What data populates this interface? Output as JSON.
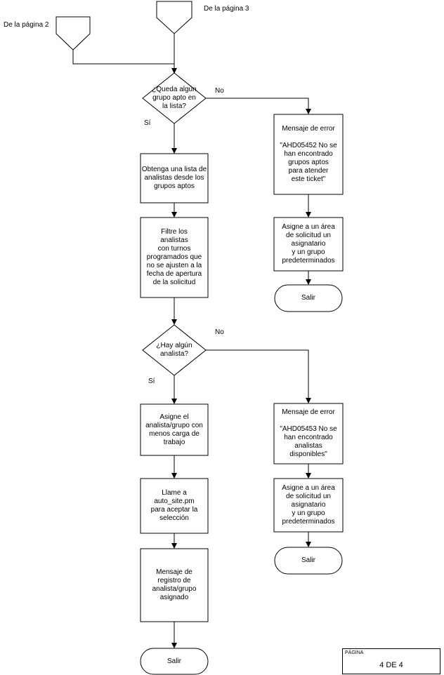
{
  "connectors": {
    "from_page_2": "De la página 2",
    "from_page_3": "De la página 3"
  },
  "decision1": {
    "text": "¿Queda algún\ngrupo apto en\nla lista?",
    "yes": "Sí",
    "no": "No"
  },
  "error1": {
    "title": "Mensaje de error",
    "message": "\"AHD05452 No se\nhan encontrado\ngrupos aptos\npara atender\neste ticket\""
  },
  "assign_default1": "Asigne a un área\nde solicitud un\nasignatario\ny un grupo\npredeterminados",
  "exit1": "Salir",
  "get_list": "Obtenga una lista de\nanalistas desde los\ngrupos aptos",
  "filter": "Filtre los\nanalistas\ncon turnos\nprogramados que\nno se ajusten a la\nfecha de apertura\nde la solicitud",
  "decision2": {
    "text": "¿Hay algún\nanalista?",
    "yes": "Sí",
    "no": "No"
  },
  "error2": {
    "title": "Mensaje de error",
    "message": "\"AHD05453 No se\nhan encontrado\nanalistas\ndisponibles\""
  },
  "assign_default2": "Asigne a un área\nde solicitud un\nasignatario\ny un grupo\npredeterminados",
  "exit2": "Salir",
  "assign_least": "Asigne el\nanalista/grupo con\nmenos carga de\ntrabajo",
  "call_site": "Llame a\nauto_site.pm\npara aceptar la\nselección",
  "log_msg": "Mensaje de\nregistro de\nanalista/grupo\nasignado",
  "exit3": "Salir",
  "page_footer": {
    "caption": "PÁGINA",
    "number": "4 DE 4"
  }
}
